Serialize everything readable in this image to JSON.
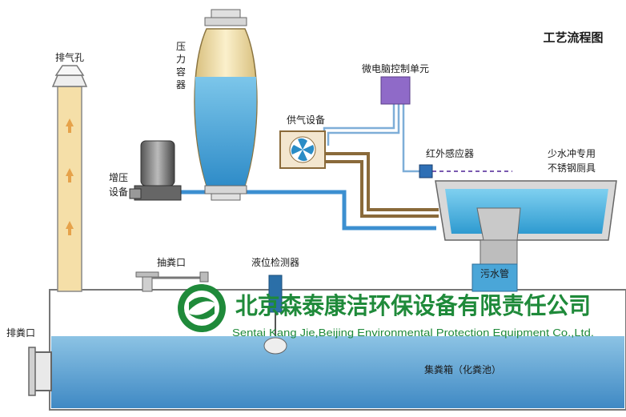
{
  "title": "工艺流程图",
  "labels": {
    "exhaust_vent": "排气孔",
    "pressure_vessel": [
      "压",
      "力",
      "容",
      "器"
    ],
    "booster": [
      "增压",
      "设备"
    ],
    "microcontroller": "微电脑控制单元",
    "air_supply": "供气设备",
    "ir_sensor": "红外感应器",
    "toilet": [
      "少水冲专用",
      "不锈钢厕具"
    ],
    "suction_port": "抽粪口",
    "level_detector": "液位检测器",
    "sewage_pipe": "污水管",
    "discharge_port": "排粪口",
    "collection_tank": "集粪箱（化粪池）"
  },
  "company": {
    "name_cn": "北京森泰康洁环保设备有限责任公司",
    "name_en": "Sentai Kang Jie,Beijing Environmental Protection Equipment Co.,Ltd."
  },
  "colors": {
    "water": "#4aa6d8",
    "tank_fill": "#5a9fcf",
    "pipe_blue": "#3c8fd0",
    "pipe_brown": "#8a6a3a",
    "vent_fill": "#f5dfa8",
    "vessel_fill": "#f2dfac",
    "cable_purple": "#8f6ac8",
    "brand_green": "#1f8a3a"
  }
}
